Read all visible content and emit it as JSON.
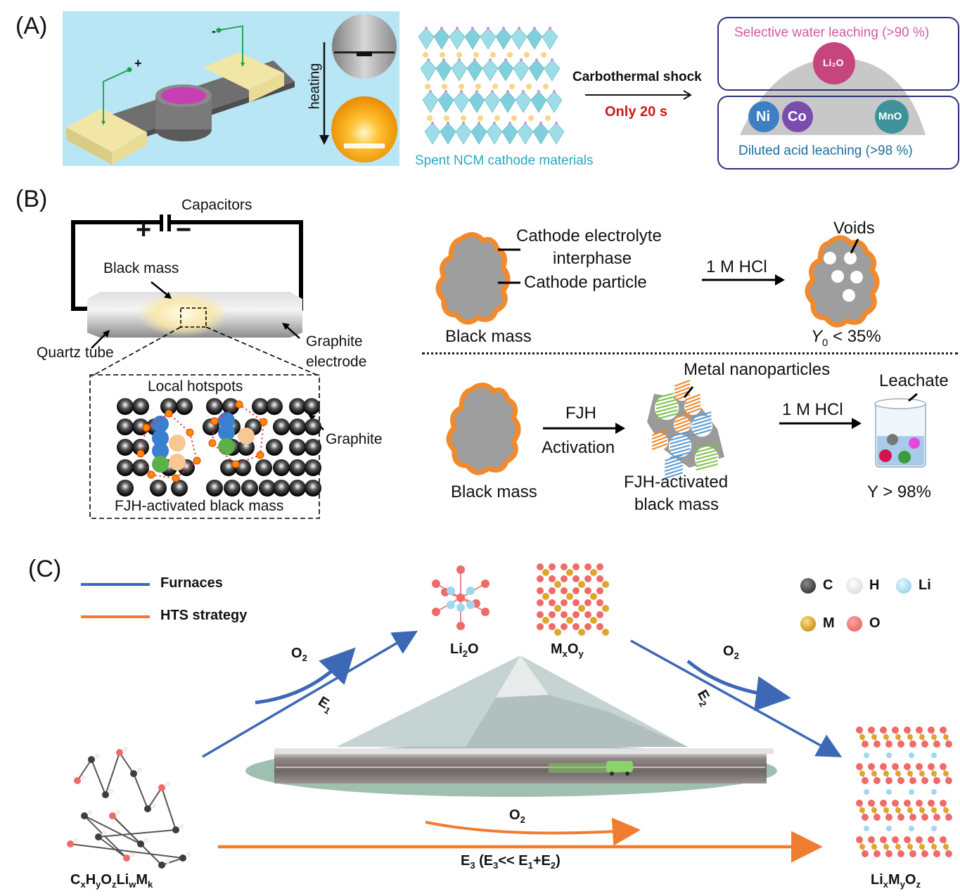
{
  "panels": {
    "a": {
      "label": "(A)",
      "device": {
        "plus": "+",
        "minus": "-",
        "heating": "heating"
      },
      "spent_label": "Spent NCM cathode materials",
      "process_label": "Carbothermal shock",
      "time_label": "Only 20 s",
      "water_box": {
        "title": "Selective water leaching (>90 %)",
        "sphere": "Li₂O"
      },
      "acid_box": {
        "title": "Diluted acid leaching (>98 %)",
        "spheres": [
          "Ni",
          "Co",
          "MnO"
        ]
      },
      "colors": {
        "background": "#b9e6f5",
        "spent_text": "#2aa7c7",
        "time_text": "#cc1a1a",
        "water_text": "#d05aa5",
        "acid_text": "#1a6e9e",
        "box_border": "#2b2f7a",
        "li2o": "#c7457f",
        "ni": "#3f7fc1",
        "co": "#7a4cae",
        "mno": "#3d9399"
      }
    },
    "b": {
      "label": "(B)",
      "circuit": {
        "capacitors": "Capacitors",
        "plus": "+",
        "minus": "−",
        "black_mass": "Black mass",
        "quartz_tube": "Quartz tube",
        "graphite_electrode_1": "Graphite",
        "graphite_electrode_2": "electrode",
        "local_hotspots": "Local hotspots",
        "graphite": "Graphite",
        "fjh_black_mass": "FJH-activated black mass"
      },
      "top_row": {
        "cei_1": "Cathode electrolyte",
        "cei_2": "interphase",
        "cathode_particle": "Cathode particle",
        "reagent": "1 M HCl",
        "voids": "Voids",
        "black_mass": "Black mass",
        "yield_symbol": "Y",
        "yield_sub": "0",
        "yield_value": " < 35%"
      },
      "bottom_row": {
        "black_mass": "Black mass",
        "fjh": "FJH",
        "activation": "Activation",
        "metal_nanoparticles": "Metal nanoparticles",
        "fjh_activated_1": "FJH-activated",
        "fjh_activated_2": "black mass",
        "reagent": "1 M HCl",
        "leachate": "Leachate",
        "yield": "Y > 98%"
      },
      "colors": {
        "shell": "#f08a2c",
        "core": "#9e9e9e"
      }
    },
    "c": {
      "label": "(C)",
      "legend": [
        {
          "name": "Furnaces",
          "color": "#3d68b5"
        },
        {
          "name": "HTS strategy",
          "color": "#ee7d2f"
        }
      ],
      "atom_legend": [
        {
          "symbol": "C",
          "color": "#3d3d3d"
        },
        {
          "symbol": "H",
          "color": "#f3f3f3"
        },
        {
          "symbol": "Li",
          "color": "#9fd7ef"
        },
        {
          "symbol": "M",
          "color": "#e0a52a"
        },
        {
          "symbol": "O",
          "color": "#ef6b68"
        }
      ],
      "species": {
        "li2o": {
          "main": "Li",
          "sub": "2",
          "rest": "O"
        },
        "mxoy": [
          "M",
          "x",
          "O",
          "y"
        ],
        "precursor": [
          "C",
          "x",
          "H",
          "y",
          "O",
          "z",
          "Li",
          "w",
          "M",
          "k"
        ],
        "product": [
          "Li",
          "x",
          "M",
          "y",
          "O",
          "z"
        ]
      },
      "arrows": {
        "o2": "O",
        "o2_sub": "2",
        "e1": "E",
        "e1_sub": "1",
        "e2": "E",
        "e2_sub": "2",
        "e3_parts": [
          "E",
          "3",
          " (E",
          "3",
          "<< E",
          "1",
          "+E",
          "2",
          ")"
        ]
      }
    }
  }
}
